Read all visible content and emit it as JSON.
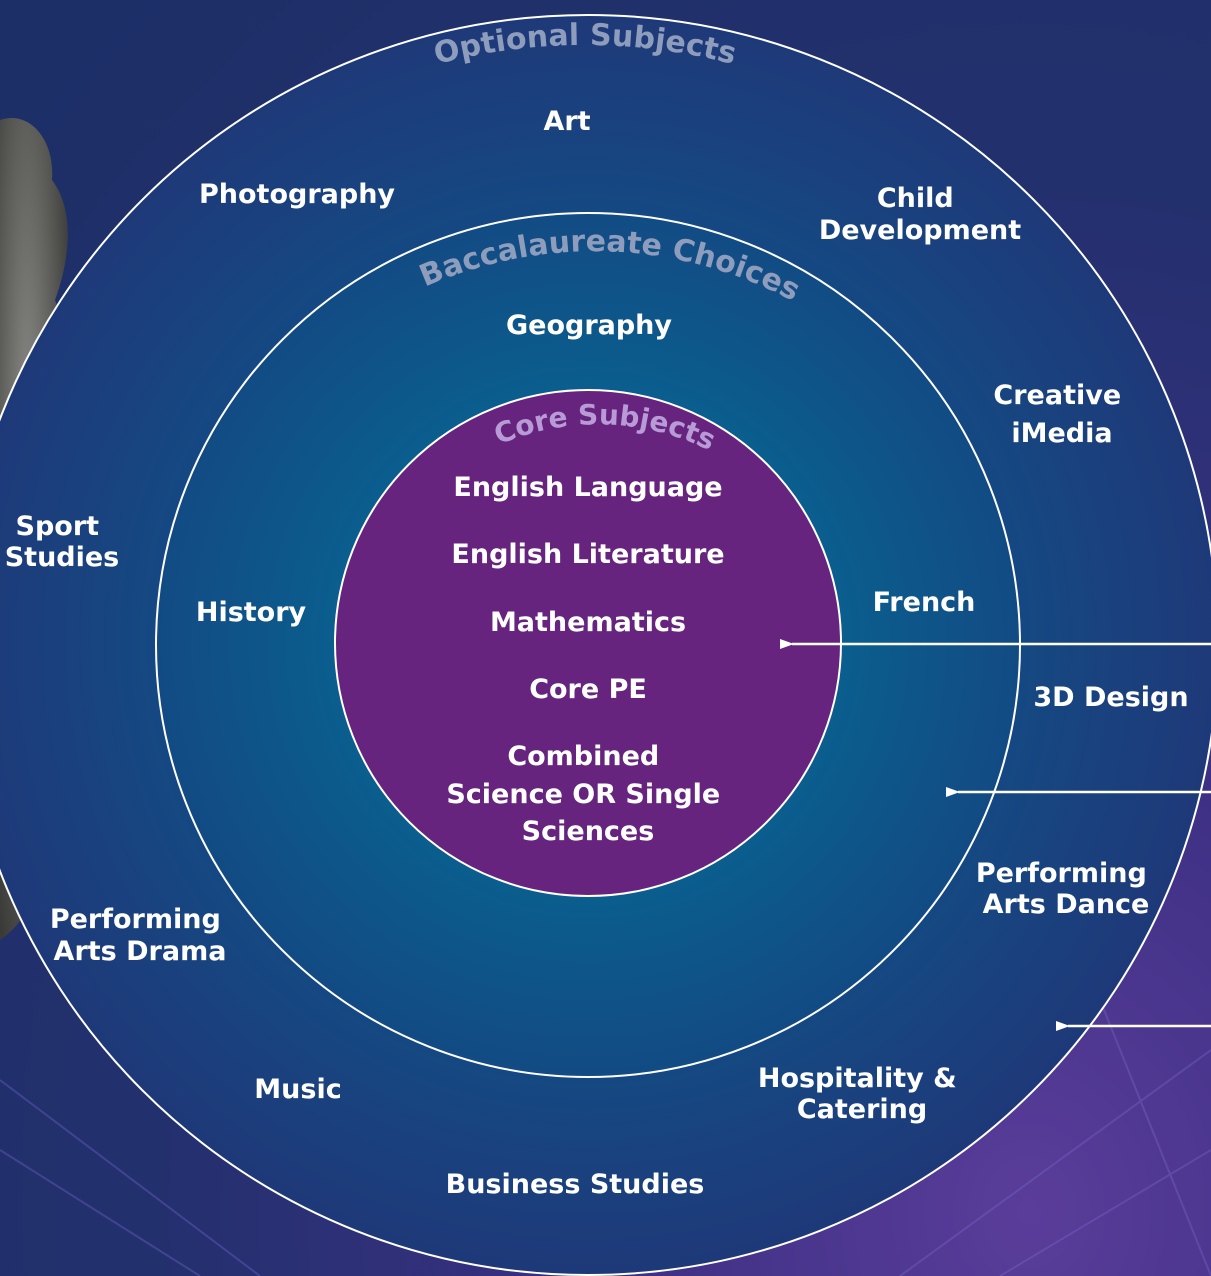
{
  "rings": {
    "outer_title": "Optional Subjects",
    "middle_title": "Baccalaureate Choices",
    "inner_title": "Core Subjects"
  },
  "core_subjects": [
    "English Language",
    "English Literature",
    "Mathematics",
    "Core PE",
    [
      "Combined",
      "Science OR Single",
      "Sciences"
    ]
  ],
  "baccalaureate_choices": {
    "geography": "Geography",
    "history": "History",
    "french": "French"
  },
  "optional_subjects": {
    "art": "Art",
    "photography": "Photography",
    "child_development": [
      "Child",
      "Development"
    ],
    "creative_imedia": [
      "Creative",
      "iMedia"
    ],
    "sport_studies": [
      "Sport",
      "Studies"
    ],
    "three_d_design": "3D Design",
    "performing_arts_dance": [
      "Performing",
      "Arts Dance"
    ],
    "performing_arts_drama": [
      "Performing",
      "Arts Drama"
    ],
    "music": "Music",
    "hospitality_catering": [
      "Hospitality &",
      "Catering"
    ],
    "business_studies": "Business Studies"
  },
  "colors": {
    "ring_blue_center": "#0d5b8a",
    "ring_blue_edge": "#1d3a78",
    "core_purple": "#66247f",
    "ring_stroke": "#ffffff",
    "optional_title": "#8f9dbd",
    "core_title": "#b89ad6"
  }
}
